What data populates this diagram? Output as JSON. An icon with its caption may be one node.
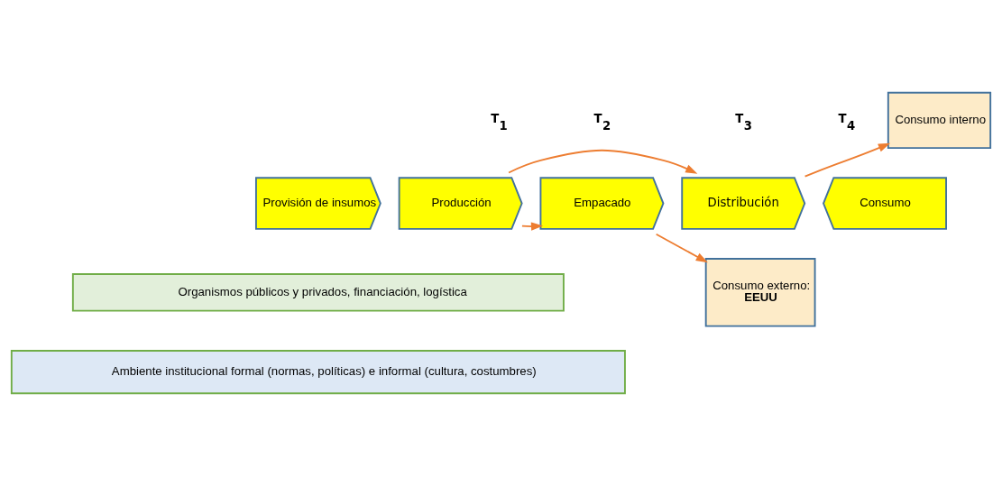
{
  "diagram": {
    "nodes": [
      {
        "text": [
          "Provisión de insumos"
        ]
      },
      {
        "text": [
          "Producción"
        ]
      },
      {
        "text": [
          "Empacado"
        ]
      },
      {
        "text": [
          "Distribución"
        ]
      },
      {
        "text": [
          "Consumo"
        ]
      },
      {
        "text": [
          "Consumo interno"
        ]
      },
      {
        "text": [
          "Consumo externo:",
          "EEUU"
        ]
      },
      {
        "text": [
          "Organismos públicos y privados, financiación, logística"
        ]
      },
      {
        "text": [
          "Ambiente institucional formal (normas, políticas) e informal (cultura, costumbres)"
        ]
      }
    ],
    "edges": [
      {
        "from": 1,
        "to": 3,
        "arrow": "to"
      },
      {
        "from": 3,
        "to": 5,
        "arrow": "to"
      },
      {
        "from": 1,
        "to": 2,
        "arrow": "to"
      },
      {
        "from": 2,
        "to": 6,
        "arrow": "to"
      }
    ],
    "labels": [
      "T$_{1}$",
      "T$_{2}$",
      "T$_{3}$",
      "T$_{4}$"
    ]
  }
}
